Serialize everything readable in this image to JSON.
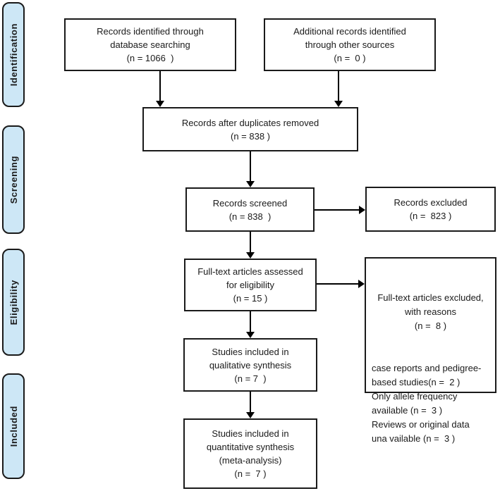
{
  "figure": {
    "type": "PRISMA flow diagram",
    "colors": {
      "stage_fill": "#cde7f6",
      "line": "#1a1a1a",
      "background": "#ffffff"
    },
    "stages": {
      "identification": "Identification",
      "screening": "Screening",
      "eligibility": "Eligibility",
      "included": "Included"
    },
    "boxes": {
      "records_identified": [
        "Records identified through",
        "database searching",
        "(n = 1066  )"
      ],
      "additional_records": [
        "Additional records identified",
        "through other sources",
        "(n =  0 )"
      ],
      "after_duplicates": [
        "Records after duplicates removed",
        "(n = 838 )"
      ],
      "records_screened": [
        "Records screened",
        "(n = 838  )"
      ],
      "records_excluded": [
        "Records excluded",
        "(n =  823 )"
      ],
      "fulltext_assessed": [
        "Full-text articles assessed",
        "for eligibility",
        "(n = 15 )"
      ],
      "fulltext_excluded_header": [
        "Full-text articles excluded,",
        "with reasons",
        "(n =  8 )"
      ],
      "fulltext_excluded_reasons": [
        "case reports and pedigree-",
        "based studies(n =  2 )",
        "Only allele frequency",
        "available (n =  3 )",
        "Reviews or original data",
        "una vailable (n =  3 )"
      ],
      "qualitative_synthesis": [
        "Studies included in",
        "qualitative synthesis",
        "(n = 7  )"
      ],
      "quantitative_synthesis": [
        "Studies included in",
        "quantitative synthesis",
        "(meta-analysis)",
        "(n =  7 )"
      ]
    }
  }
}
